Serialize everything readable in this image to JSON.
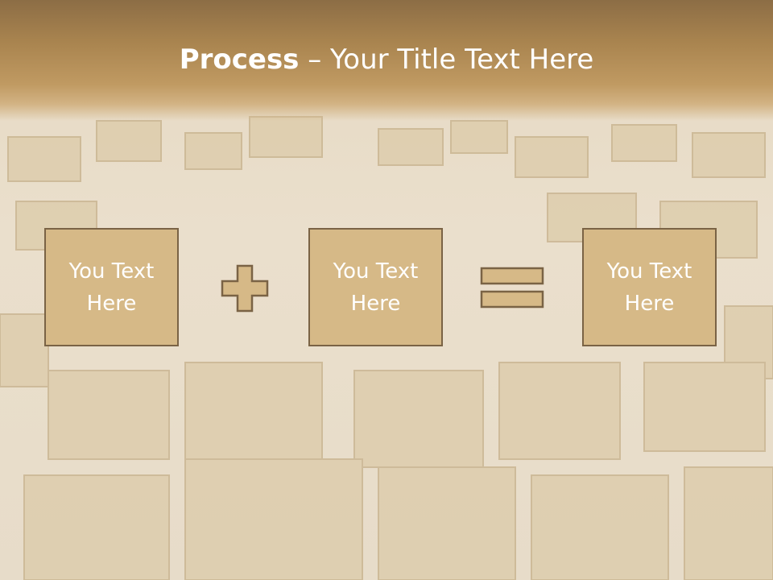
{
  "slide": {
    "title_bold": "Process",
    "title_rest": " – Your Title Text Here",
    "boxes": [
      {
        "text": "You Text Here"
      },
      {
        "text": "You Text Here"
      },
      {
        "text": "You Text Here"
      }
    ],
    "operators": [
      {
        "icon": "plus-icon"
      },
      {
        "icon": "equals-icon"
      }
    ]
  },
  "colors": {
    "box_fill": "#d6b987",
    "box_border": "#7a6345",
    "header": "#a9844f",
    "text": "#ffffff"
  }
}
